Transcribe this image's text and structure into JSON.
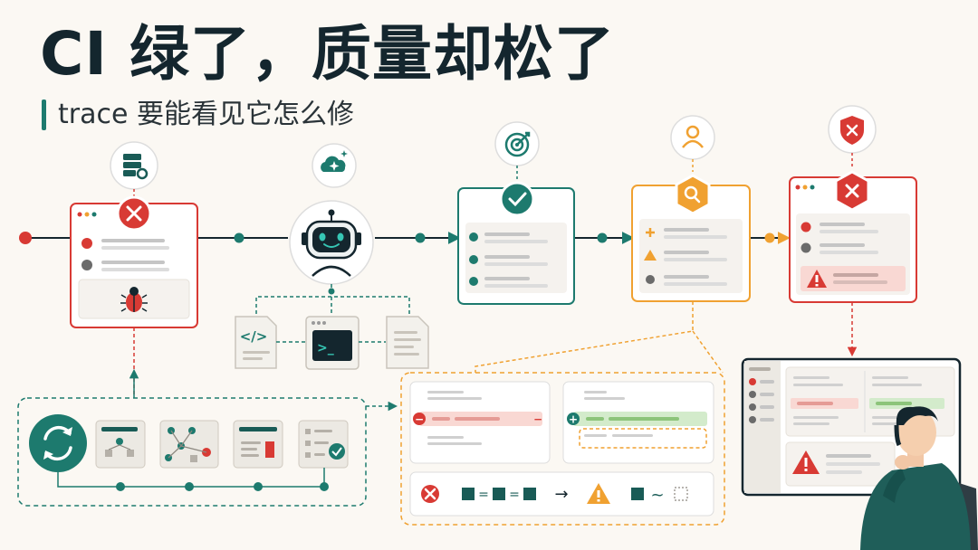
{
  "header": {
    "title": "CI 绿了，质量却松了",
    "subtitle": "trace 要能看见它怎么修"
  },
  "colors": {
    "teal": "#1d7a6e",
    "dark_teal": "#195b56",
    "red": "#d83a34",
    "orange": "#f0a131",
    "navy": "#14262e",
    "background": "#fbf8f3"
  },
  "pipeline": {
    "stages": [
      {
        "name": "failing-build",
        "icon": "server-gear-icon",
        "badge": "error-x-icon",
        "extra_icon": "bug-icon"
      },
      {
        "name": "ai-agent",
        "icon": "cloud-sparkle-icon",
        "badge": "robot-icon"
      },
      {
        "name": "passing-checks",
        "icon": "target-icon",
        "badge": "checkmark-icon"
      },
      {
        "name": "review",
        "icon": "user-icon",
        "badge": "search-icon"
      },
      {
        "name": "quality-gap",
        "icon": "shield-x-icon",
        "badge": "error-x-icon"
      }
    ],
    "agent_tools": [
      "code-file-icon",
      "terminal-icon",
      "document-icon"
    ],
    "terminal_prompt": ">_",
    "code_glyph": "</>"
  },
  "trace_panel": {
    "steps": [
      "refresh-icon",
      "flow-diagram-icon",
      "node-graph-icon",
      "form-icon",
      "checklist-icon"
    ]
  },
  "diff_panel": {
    "removed_symbol": "−",
    "added_symbol": "+",
    "equation_symbols": [
      "=",
      "=",
      "→",
      "~"
    ]
  },
  "monitor": {
    "icon": "warning-icon"
  }
}
